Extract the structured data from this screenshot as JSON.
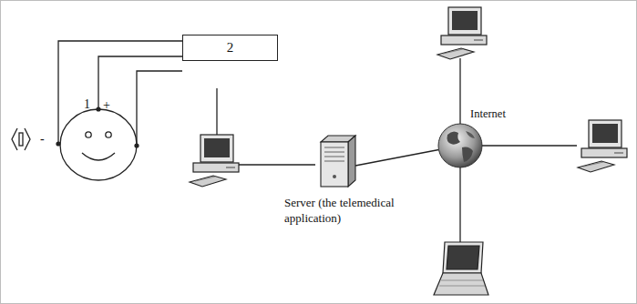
{
  "diagram": {
    "nodes": [
      {
        "text": [
          "2"
        ]
      },
      {
        "text": [
          "Server (the telemedical application)"
        ]
      },
      {
        "text": [
          "Internet"
        ]
      }
    ],
    "edges": [
      {
        "from": 1,
        "to": 2,
        "arrow": "none"
      }
    ],
    "labels": [
      "1",
      "+",
      "-"
    ]
  }
}
